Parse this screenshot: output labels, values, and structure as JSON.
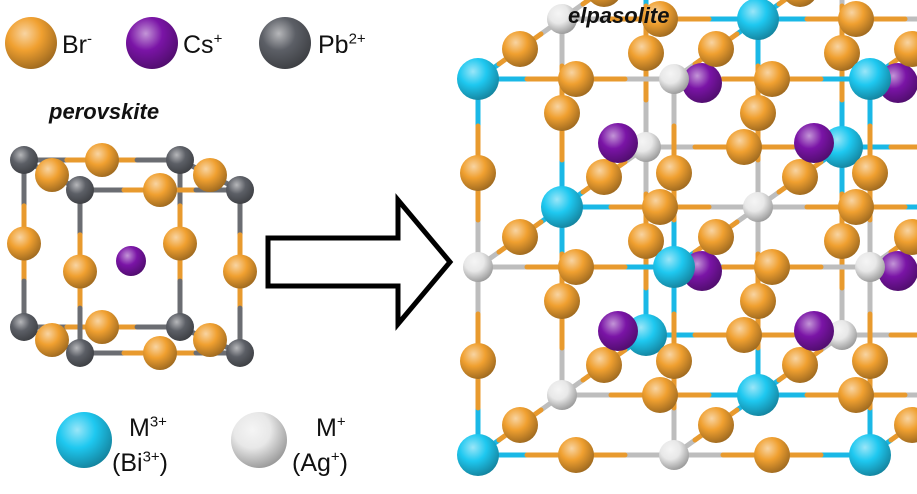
{
  "legend_top": [
    {
      "label": "Br",
      "sup": "-",
      "color": "#f0a030"
    },
    {
      "label": "Cs",
      "sup": "+",
      "color": "#7a14a6"
    },
    {
      "label": "Pb",
      "sup": "2+",
      "color": "#5c5f66"
    }
  ],
  "legend_bottom": [
    {
      "line1": "M",
      "sup1": "3+",
      "line2_pre": "(Bi",
      "sup2": "3+",
      "line2_post": ")",
      "color": "#1ec8f0"
    },
    {
      "line1": "M",
      "sup1": "+",
      "line2_pre": "(Ag",
      "sup2": "+",
      "line2_post": ")",
      "color": "#e8e8e8"
    }
  ],
  "titles": {
    "perovskite": "perovskite",
    "elpasolite": "elpasolite"
  },
  "colors": {
    "br": "#f0a030",
    "cs": "#7a14a6",
    "pb": "#5c5f66",
    "bi": "#1ec8f0",
    "ag": "#e8e8e8",
    "bond_orange": "#e89a2e",
    "bond_gray": "#6b6d72",
    "bond_light": "#bdbdbd",
    "bond_blue": "#1ab8e6"
  },
  "icons": {
    "arrow": "right-arrow-icon"
  }
}
